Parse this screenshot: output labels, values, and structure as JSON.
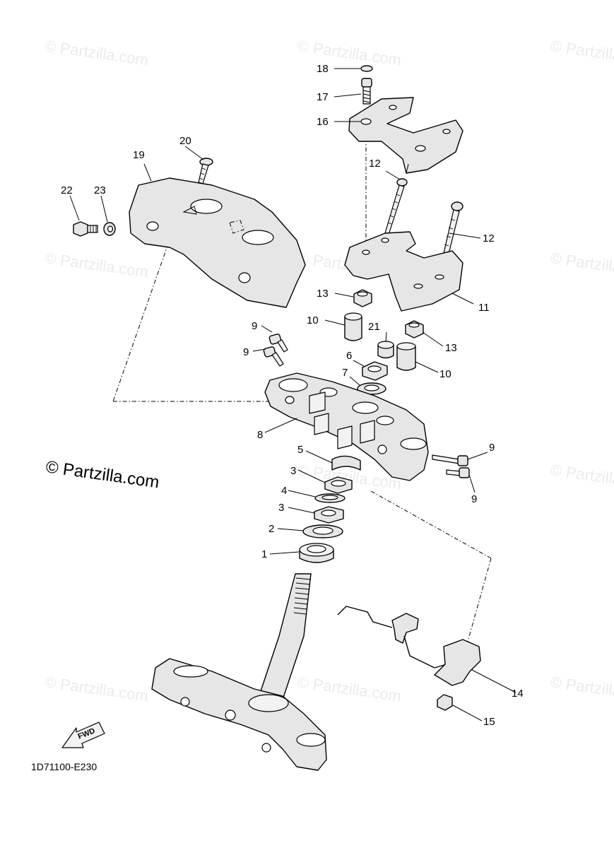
{
  "watermark": {
    "text": "© Partzilla.com",
    "main_text": "© Partzilla.com"
  },
  "diagram_code": "1D71100-E230",
  "fwd_label": "FWD",
  "callouts": {
    "c1": "1",
    "c2": "2",
    "c3a": "3",
    "c3b": "3",
    "c4": "4",
    "c5": "5",
    "c6": "6",
    "c7": "7",
    "c8": "8",
    "c9a": "9",
    "c9b": "9",
    "c9c": "9",
    "c9d": "9",
    "c10a": "10",
    "c10b": "10",
    "c11": "11",
    "c12a": "12",
    "c12b": "12",
    "c13a": "13",
    "c13b": "13",
    "c14": "14",
    "c15": "15",
    "c16": "16",
    "c17": "17",
    "c18": "18",
    "c19": "19",
    "c20": "20",
    "c21": "21",
    "c22": "22",
    "c23": "23"
  }
}
